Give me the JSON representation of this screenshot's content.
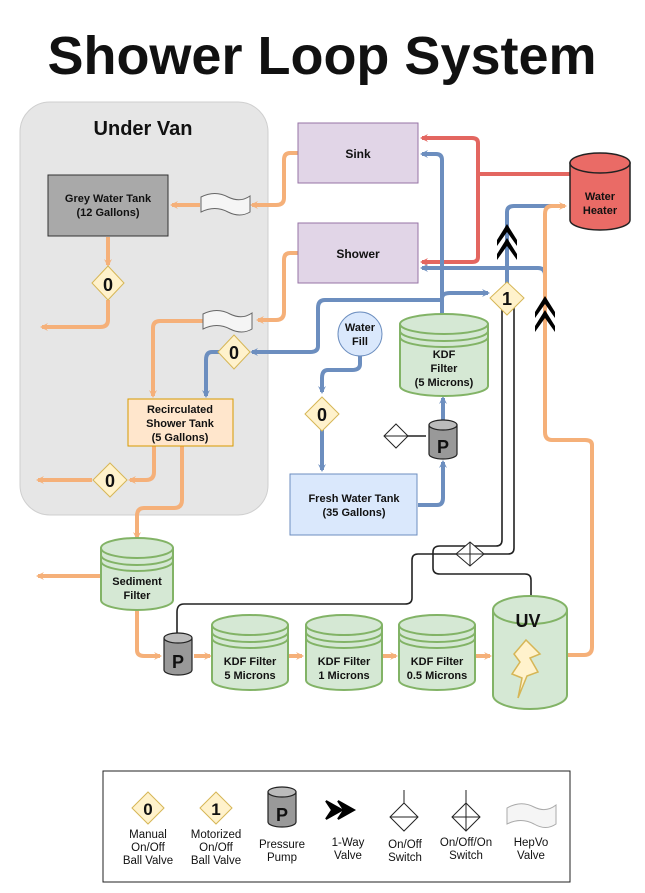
{
  "title": "Shower Loop System",
  "region": {
    "label": "Under Van"
  },
  "components": {
    "sink": "Sink",
    "shower": "Shower",
    "water_heater": [
      "Water",
      "Heater"
    ],
    "grey_tank": [
      "Grey Water Tank",
      "(12 Gallons)"
    ],
    "recirc_tank": [
      "Recirculated",
      "Shower Tank",
      "(5 Gallons)"
    ],
    "fresh_tank": [
      "Fresh Water Tank",
      "(35 Gallons)"
    ],
    "water_fill": [
      "Water",
      "Fill"
    ],
    "kdf_top": [
      "KDF",
      "Filter",
      "(5 Microns)"
    ],
    "sediment": [
      "Sediment",
      "Filter"
    ],
    "kdf1": [
      "KDF Filter",
      "5 Microns"
    ],
    "kdf2": [
      "KDF Filter",
      "1 Microns"
    ],
    "kdf3": [
      "KDF Filter",
      "0.5 Microns"
    ],
    "uv": "UV",
    "pump_label": "P",
    "manual_valve": "0",
    "motor_valve": "1"
  },
  "legend": [
    {
      "symbol": "0",
      "label": [
        "Manual",
        "On/Off",
        "Ball Valve"
      ]
    },
    {
      "symbol": "1",
      "label": [
        "Motorized",
        "On/Off",
        "Ball Valve"
      ]
    },
    {
      "symbol": "P",
      "label": [
        "Pressure",
        "Pump"
      ]
    },
    {
      "symbol": "",
      "label": [
        "1-Way",
        "Valve"
      ]
    },
    {
      "symbol": "",
      "label": [
        "On/Off",
        "Switch"
      ]
    },
    {
      "symbol": "",
      "label": [
        "On/Off/On",
        "Switch"
      ]
    },
    {
      "symbol": "",
      "label": [
        "HepVo",
        "Valve"
      ]
    }
  ],
  "colors": {
    "grey_water": "#F5B079",
    "fresh_water": "#6C8EBF",
    "hot_water": "#E36660",
    "filter": "#D5E8D4",
    "valve": "#FFF2CC"
  }
}
